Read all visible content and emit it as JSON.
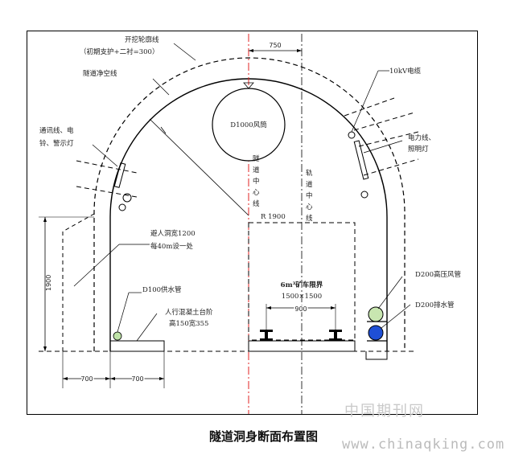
{
  "labels": {
    "excavation_line": "开挖轮廓线",
    "excavation_note": "（初期支护+二衬=300）",
    "clearance_line": "隧道净空线",
    "comm_line_1": "通讯线、电",
    "comm_line_2": "铃、警示灯",
    "fan": "D1000风筒",
    "tunnel_center": "隧道中心线",
    "track_center": "轨道中心线",
    "radius": "R 1900",
    "refuge_1": "避人洞宽1200",
    "refuge_2": "每40m设一处",
    "water_supply": "D100供水管",
    "walkway_1": "人行混凝土台阶",
    "walkway_2": "高150宽355",
    "cable_10kv": "10kV电缆",
    "power_1": "电力线、",
    "power_2": "照明灯",
    "hp_air": "D200高压风管",
    "drain": "D200排水管",
    "car_limit": "6m³矿车限界",
    "car_size": "1500×1500"
  },
  "dimensions": {
    "offset_750": "750",
    "height_1900": "1900",
    "left_700a": "700",
    "left_700b": "700",
    "gauge_900": "900"
  },
  "title": "隧道洞身断面布置图",
  "watermark": {
    "cn": "中国期刊网",
    "url": "www.chinaqking.com"
  },
  "colors": {
    "red_center": "#e02020",
    "air_pipe": "#c8e6b0",
    "drain_pipe": "#1f4fd6",
    "water_pipe": "#bfe3a8"
  }
}
